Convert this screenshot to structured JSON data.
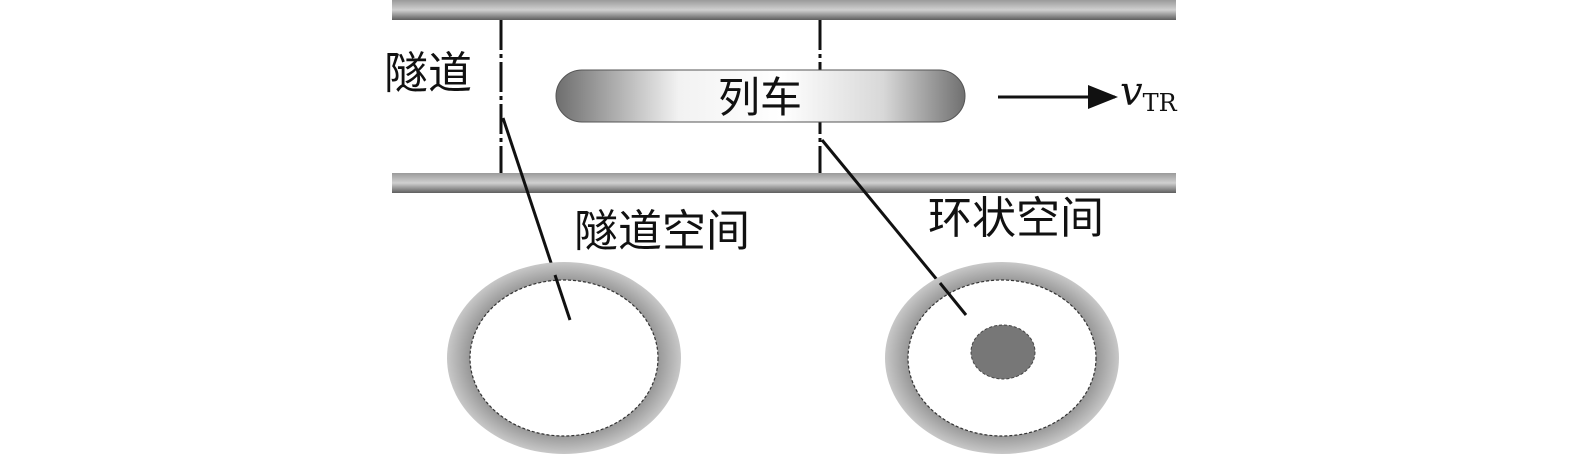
{
  "labels": {
    "tunnel": "隧道",
    "train": "列车",
    "velocity_symbol": "v",
    "velocity_subscript": "TR",
    "tunnel_space": "隧道空间",
    "annular_space": "环状空间"
  },
  "colors": {
    "rail": "#6a6a6a",
    "ring": "#9a9a9a",
    "train_core": "#7a7a7a",
    "line": "#111111"
  }
}
